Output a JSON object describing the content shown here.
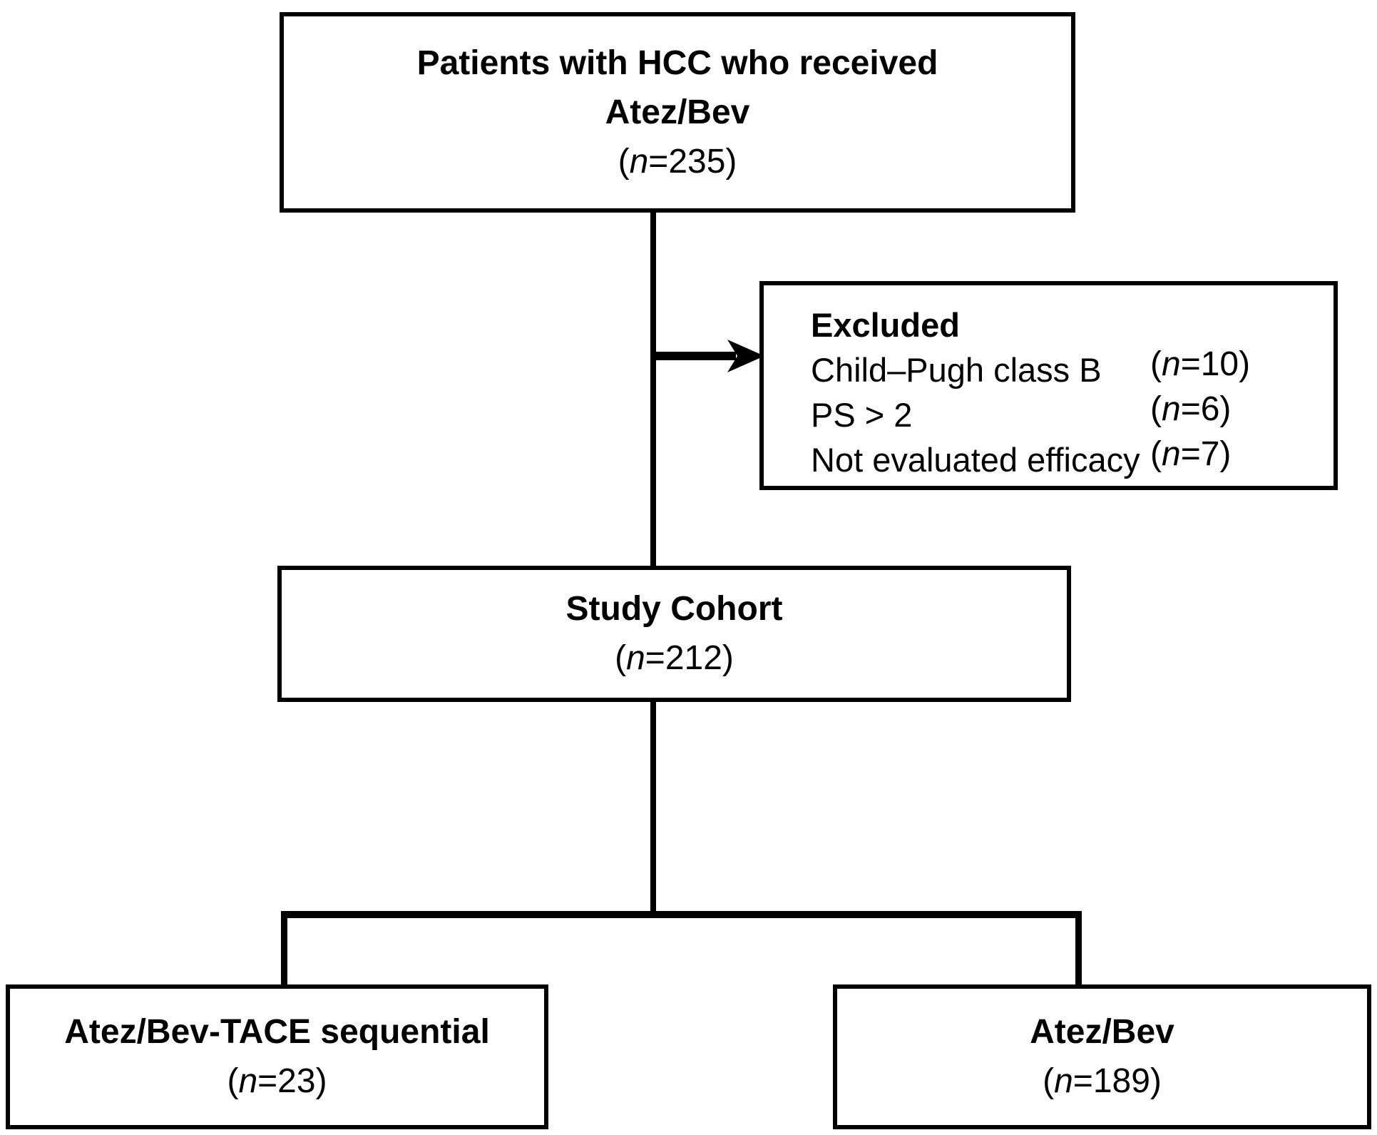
{
  "figure": {
    "background": "#ffffff",
    "line_color": "#000000"
  },
  "boxes": {
    "enrollment": {
      "line1": "Patients with HCC who received",
      "line2": "Atez/Bev",
      "count": {
        "open": "(",
        "n": "n",
        "rest": "=235)"
      }
    },
    "excluded": {
      "title": "Excluded",
      "items": [
        {
          "label": "Child–Pugh class B",
          "count": {
            "open": "(",
            "n": "n",
            "rest": "=10)"
          }
        },
        {
          "label": "PS > 2",
          "count": {
            "open": "(",
            "n": "n",
            "rest": "=6)"
          }
        },
        {
          "label": "Not evaluated efficacy",
          "count": {
            "open": "(",
            "n": "n",
            "rest": "=7)"
          }
        }
      ]
    },
    "cohort": {
      "title": "Study Cohort",
      "count": {
        "open": "(",
        "n": "n",
        "rest": "=212)"
      }
    },
    "tace": {
      "title": "Atez/Bev-TACE sequential",
      "count": {
        "open": "(",
        "n": "n",
        "rest": "=23)"
      }
    },
    "atezbev": {
      "title": "Atez/Bev",
      "count": {
        "open": "(",
        "n": "n",
        "rest": "=189)"
      }
    }
  }
}
